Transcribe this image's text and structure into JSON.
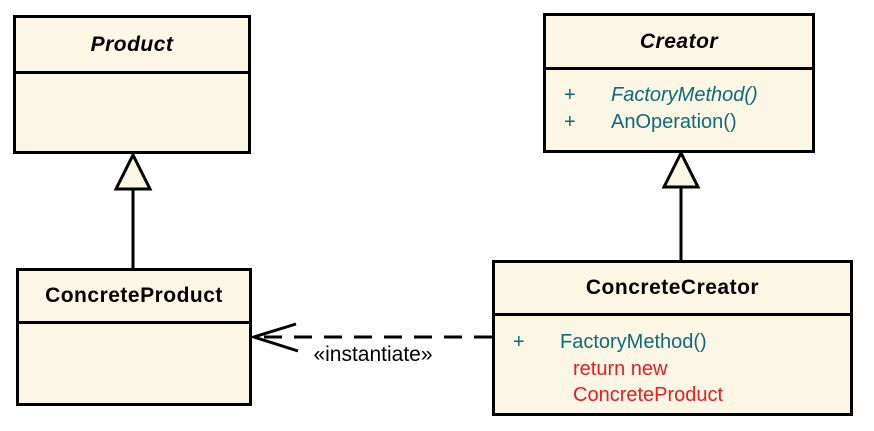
{
  "colors": {
    "background": "#ffffff",
    "box_fill": "#fcf6e5",
    "box_border": "#000000",
    "title_text": "#000000",
    "method_text": "#0d6b7c",
    "code_text": "#ee1b24",
    "connector": "#000000"
  },
  "classes": {
    "product": {
      "name": "Product"
    },
    "creator": {
      "name": "Creator",
      "methods": [
        {
          "visibility": "+",
          "name": "FactoryMethod()"
        },
        {
          "visibility": "+",
          "name": "AnOperation()"
        }
      ]
    },
    "concrete_product": {
      "name": "ConcreteProduct"
    },
    "concrete_creator": {
      "name": "ConcreteCreator",
      "methods": [
        {
          "visibility": "+",
          "name": "FactoryMethod()"
        }
      ],
      "code_note": {
        "line1": "return new",
        "line2": "ConcreteProduct"
      }
    }
  },
  "relationships": {
    "instantiate_label": "«instantiate»"
  }
}
